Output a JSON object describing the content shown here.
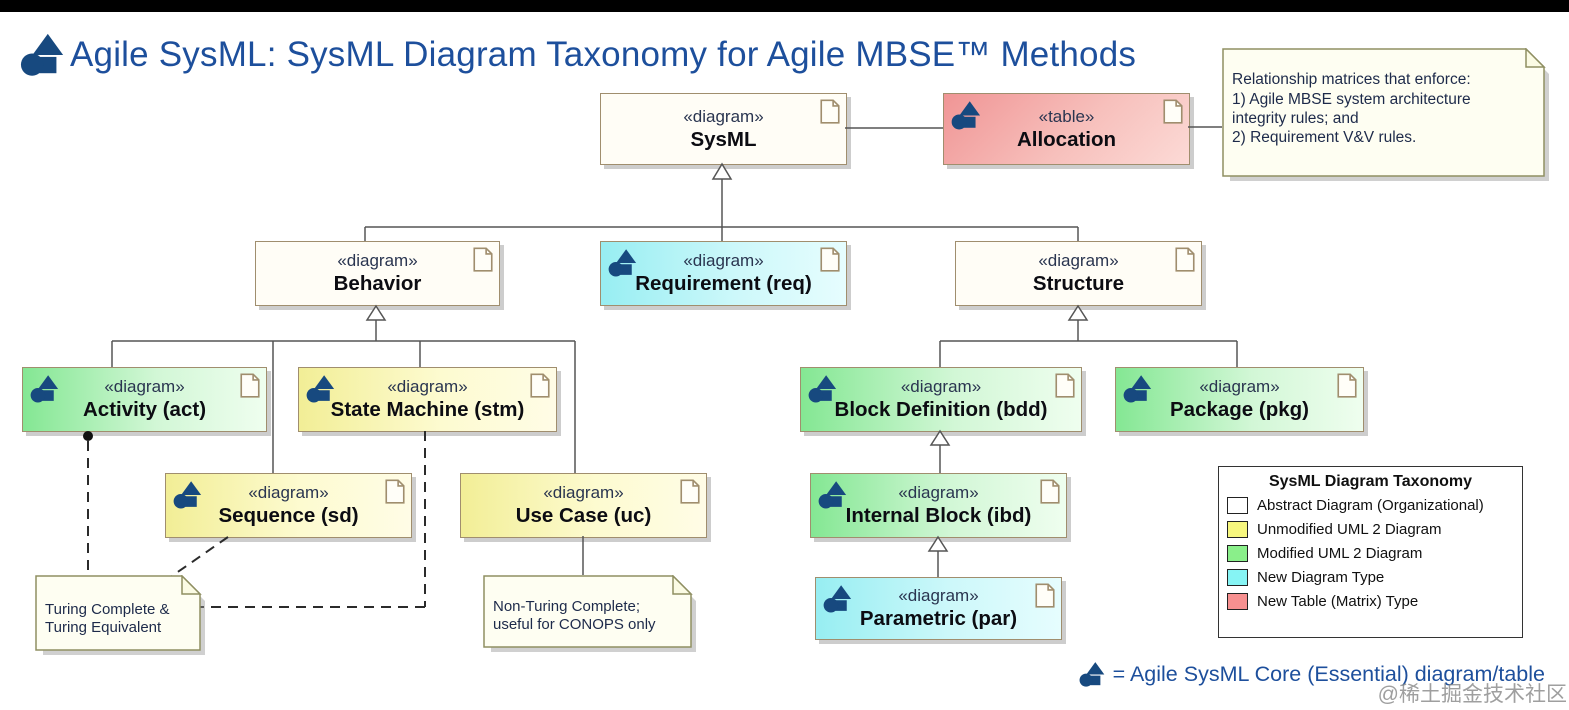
{
  "page": {
    "title": "Agile SysML: SysML Diagram Taxonomy for Agile MBSE™ Methods"
  },
  "nodes": [
    {
      "id": "sysml",
      "stereotype": "«diagram»",
      "name": "SysML",
      "category": "abstract-diagram",
      "core": false
    },
    {
      "id": "allocation",
      "stereotype": "«table»",
      "name": "Allocation",
      "category": "new-table-matrix",
      "core": true
    },
    {
      "id": "behavior",
      "stereotype": "«diagram»",
      "name": "Behavior",
      "category": "abstract-diagram",
      "core": false
    },
    {
      "id": "requirement",
      "stereotype": "«diagram»",
      "name": "Requirement (req)",
      "category": "new-diagram-type",
      "core": true
    },
    {
      "id": "structure",
      "stereotype": "«diagram»",
      "name": "Structure",
      "category": "abstract-diagram",
      "core": false
    },
    {
      "id": "activity",
      "stereotype": "«diagram»",
      "name": "Activity (act)",
      "category": "modified-uml2",
      "core": true
    },
    {
      "id": "state-machine",
      "stereotype": "«diagram»",
      "name": "State Machine (stm)",
      "category": "unmodified-uml2",
      "core": true
    },
    {
      "id": "block-definition",
      "stereotype": "«diagram»",
      "name": "Block Definition (bdd)",
      "category": "modified-uml2",
      "core": true
    },
    {
      "id": "package",
      "stereotype": "«diagram»",
      "name": "Package (pkg)",
      "category": "modified-uml2",
      "core": true
    },
    {
      "id": "sequence",
      "stereotype": "«diagram»",
      "name": "Sequence (sd)",
      "category": "unmodified-uml2",
      "core": true
    },
    {
      "id": "use-case",
      "stereotype": "«diagram»",
      "name": "Use Case (uc)",
      "category": "unmodified-uml2",
      "core": false
    },
    {
      "id": "internal-block",
      "stereotype": "«diagram»",
      "name": "Internal Block (ibd)",
      "category": "modified-uml2",
      "core": true
    },
    {
      "id": "parametric",
      "stereotype": "«diagram»",
      "name": "Parametric (par)",
      "category": "new-diagram-type",
      "core": true
    }
  ],
  "notes": [
    {
      "id": "allocation-note",
      "text": "Relationship matrices that enforce:\n1) Agile MBSE system architecture\nintegrity rules; and\n2) Requirement V&V rules."
    },
    {
      "id": "turing-note",
      "text": "Turing Complete &\nTuring Equivalent"
    },
    {
      "id": "conops-note",
      "text": "Non-Turing Complete;\nuseful for CONOPS only"
    }
  ],
  "legend": {
    "title": "SysML Diagram Taxonomy",
    "items": [
      {
        "label": "Abstract Diagram (Organizational)",
        "color": "#ffffff"
      },
      {
        "label": "Unmodified UML 2 Diagram",
        "color": "#f7f77e"
      },
      {
        "label": "Modified UML 2 Diagram",
        "color": "#8aef8a"
      },
      {
        "label": "New Diagram Type",
        "color": "#86f4f4"
      },
      {
        "label": "New Table (Matrix) Type",
        "color": "#f79090"
      }
    ]
  },
  "footer": {
    "core_legend": "= Agile SysML Core (Essential) diagram/table"
  },
  "watermark": "@稀土掘金技术社区",
  "icons": {
    "agile_core_icon": "circle-triangle-square Agile SysML core mark",
    "document_icon": "page with folded corner"
  },
  "colors": {
    "title_blue": "#1d4f9c",
    "node_border": "#a08e6e",
    "logo_navy": "#17497f",
    "note_fill": "#fefef2",
    "note_border": "#8f8f62"
  }
}
